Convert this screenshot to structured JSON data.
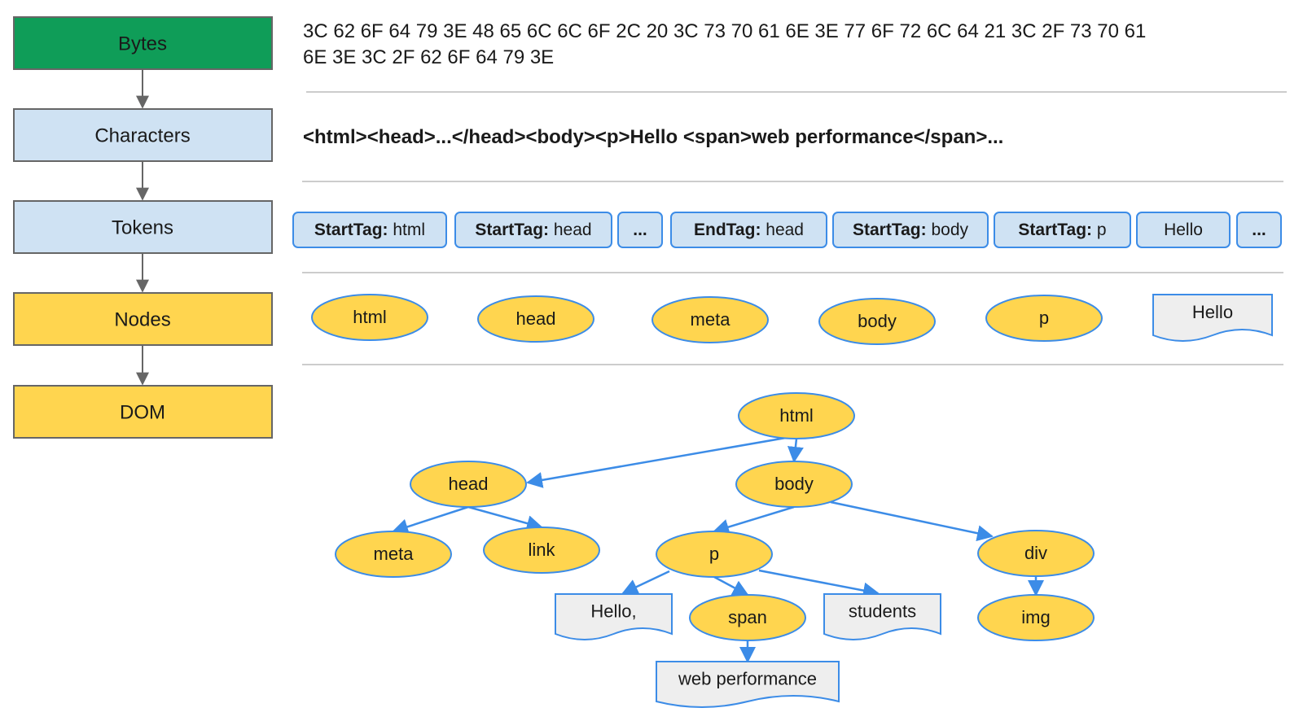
{
  "colors": {
    "green": "#0f9d58",
    "light_blue": "#cfe2f3",
    "yellow": "#ffd54f",
    "blue_border": "#3c8ce7",
    "gray_border": "#666666",
    "doc_fill": "#eeeeee",
    "divider": "#cccccc"
  },
  "stages": [
    {
      "id": "bytes",
      "label": "Bytes"
    },
    {
      "id": "characters",
      "label": "Characters"
    },
    {
      "id": "tokens",
      "label": "Tokens"
    },
    {
      "id": "nodes",
      "label": "Nodes"
    },
    {
      "id": "dom",
      "label": "DOM"
    }
  ],
  "bytes": {
    "lines": [
      "3C 62 6F 64 79 3E 48 65 6C 6C 6F 2C 20 3C 73 70 61 6E 3E 77 6F 72 6C 64 21 3C 2F 73 70 61",
      "6E 3E 3C 2F 62 6F 64 79 3E"
    ]
  },
  "characters": {
    "text": "<html><head>...</head><body><p>Hello <span>web performance</span>..."
  },
  "tokens": [
    {
      "kind": "StartTag:",
      "value": " html"
    },
    {
      "kind": "StartTag:",
      "value": " head"
    },
    {
      "kind": "",
      "value": "..."
    },
    {
      "kind": "EndTag:",
      "value": " head"
    },
    {
      "kind": "StartTag:",
      "value": " body"
    },
    {
      "kind": "StartTag:",
      "value": " p"
    },
    {
      "kind": "",
      "value": "Hello"
    },
    {
      "kind": "",
      "value": "..."
    }
  ],
  "nodes": [
    {
      "label": "html",
      "shape": "ellipse"
    },
    {
      "label": "head",
      "shape": "ellipse"
    },
    {
      "label": "meta",
      "shape": "ellipse"
    },
    {
      "label": "body",
      "shape": "ellipse"
    },
    {
      "label": "p",
      "shape": "ellipse"
    },
    {
      "label": "Hello",
      "shape": "doc"
    }
  ],
  "dom": {
    "nodes": [
      {
        "id": "html",
        "label": "html",
        "shape": "ellipse"
      },
      {
        "id": "head",
        "label": "head",
        "shape": "ellipse"
      },
      {
        "id": "body",
        "label": "body",
        "shape": "ellipse"
      },
      {
        "id": "meta",
        "label": "meta",
        "shape": "ellipse"
      },
      {
        "id": "link",
        "label": "link",
        "shape": "ellipse"
      },
      {
        "id": "p",
        "label": "p",
        "shape": "ellipse"
      },
      {
        "id": "div",
        "label": "div",
        "shape": "ellipse"
      },
      {
        "id": "hello",
        "label": "Hello,",
        "shape": "doc"
      },
      {
        "id": "span",
        "label": "span",
        "shape": "ellipse"
      },
      {
        "id": "students",
        "label": "students",
        "shape": "doc"
      },
      {
        "id": "img",
        "label": "img",
        "shape": "ellipse"
      },
      {
        "id": "webperf",
        "label": "web performance",
        "shape": "doc"
      }
    ],
    "edges": [
      [
        "html",
        "head"
      ],
      [
        "html",
        "body"
      ],
      [
        "head",
        "meta"
      ],
      [
        "head",
        "link"
      ],
      [
        "body",
        "p"
      ],
      [
        "body",
        "div"
      ],
      [
        "p",
        "hello"
      ],
      [
        "p",
        "span"
      ],
      [
        "p",
        "students"
      ],
      [
        "div",
        "img"
      ],
      [
        "span",
        "webperf"
      ]
    ]
  }
}
